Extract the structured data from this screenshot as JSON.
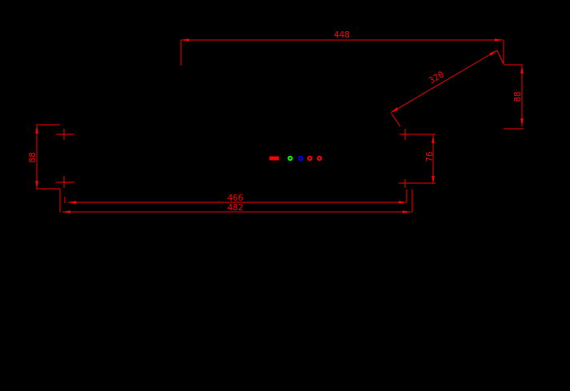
{
  "canvas": {
    "background": "#000000",
    "stroke_color": "#ff0000"
  },
  "dimensions": {
    "top_width": "448",
    "diagonal_length": "320",
    "right_height": "88",
    "left_height": "88",
    "step_height": "76",
    "inner_width": "466",
    "overall_width": "482"
  },
  "markers": {
    "solid_rect_color": "#ff0000",
    "points": [
      {
        "color": "#00ff00"
      },
      {
        "color": "#0000ff"
      },
      {
        "color": "#ff0000"
      },
      {
        "color": "#ff0000"
      }
    ]
  }
}
